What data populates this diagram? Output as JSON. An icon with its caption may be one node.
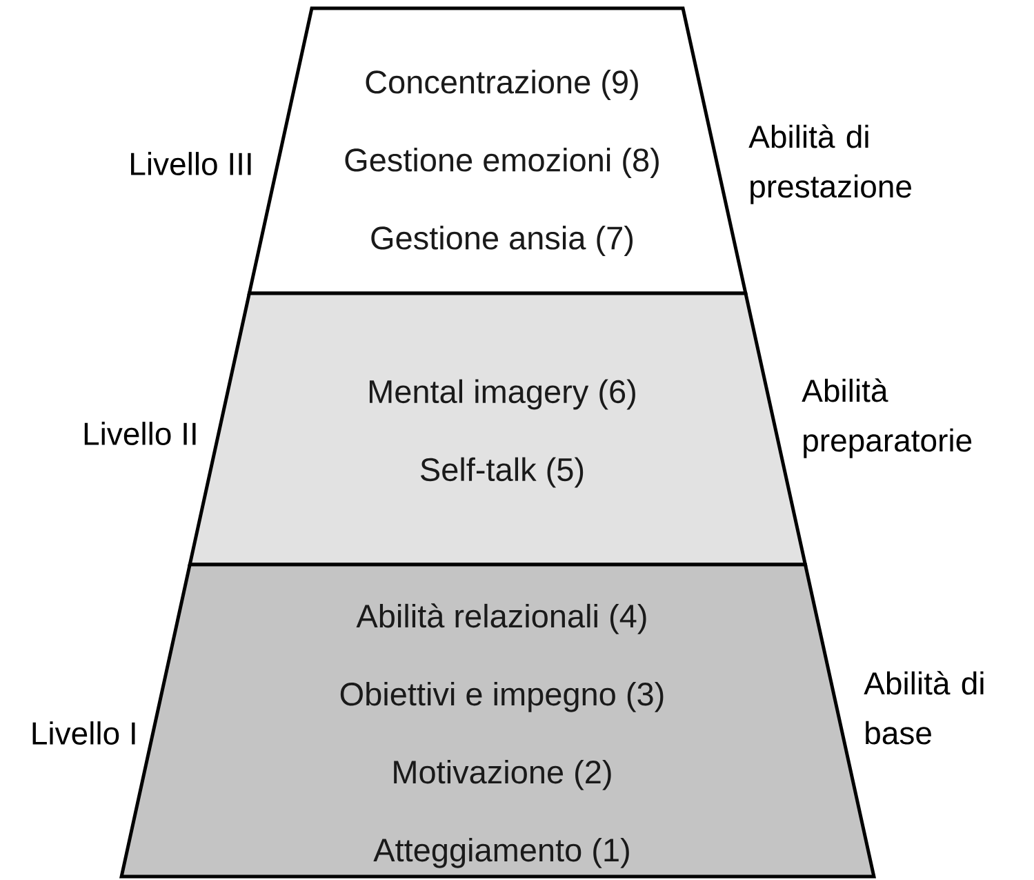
{
  "diagram": {
    "nodes": [
      {
        "text": [
          "Concentrazione (9)",
          "Gestione emozioni (8)",
          "Gestione ansia (7)"
        ],
        "beside": [
          "Livello III",
          "Abilità di prestazione"
        ]
      },
      {
        "text": [
          "Mental imagery (6)",
          "Self-talk (5)"
        ],
        "beside": [
          "Livello II",
          "Abilità preparatorie"
        ]
      },
      {
        "text": [
          "Abilità relazionali (4)",
          "Obiettivi e impegno (3)",
          "Motivazione (2)",
          "Atteggiamento (1)"
        ],
        "beside": [
          "Livello I",
          "Abilità di base"
        ]
      }
    ]
  }
}
